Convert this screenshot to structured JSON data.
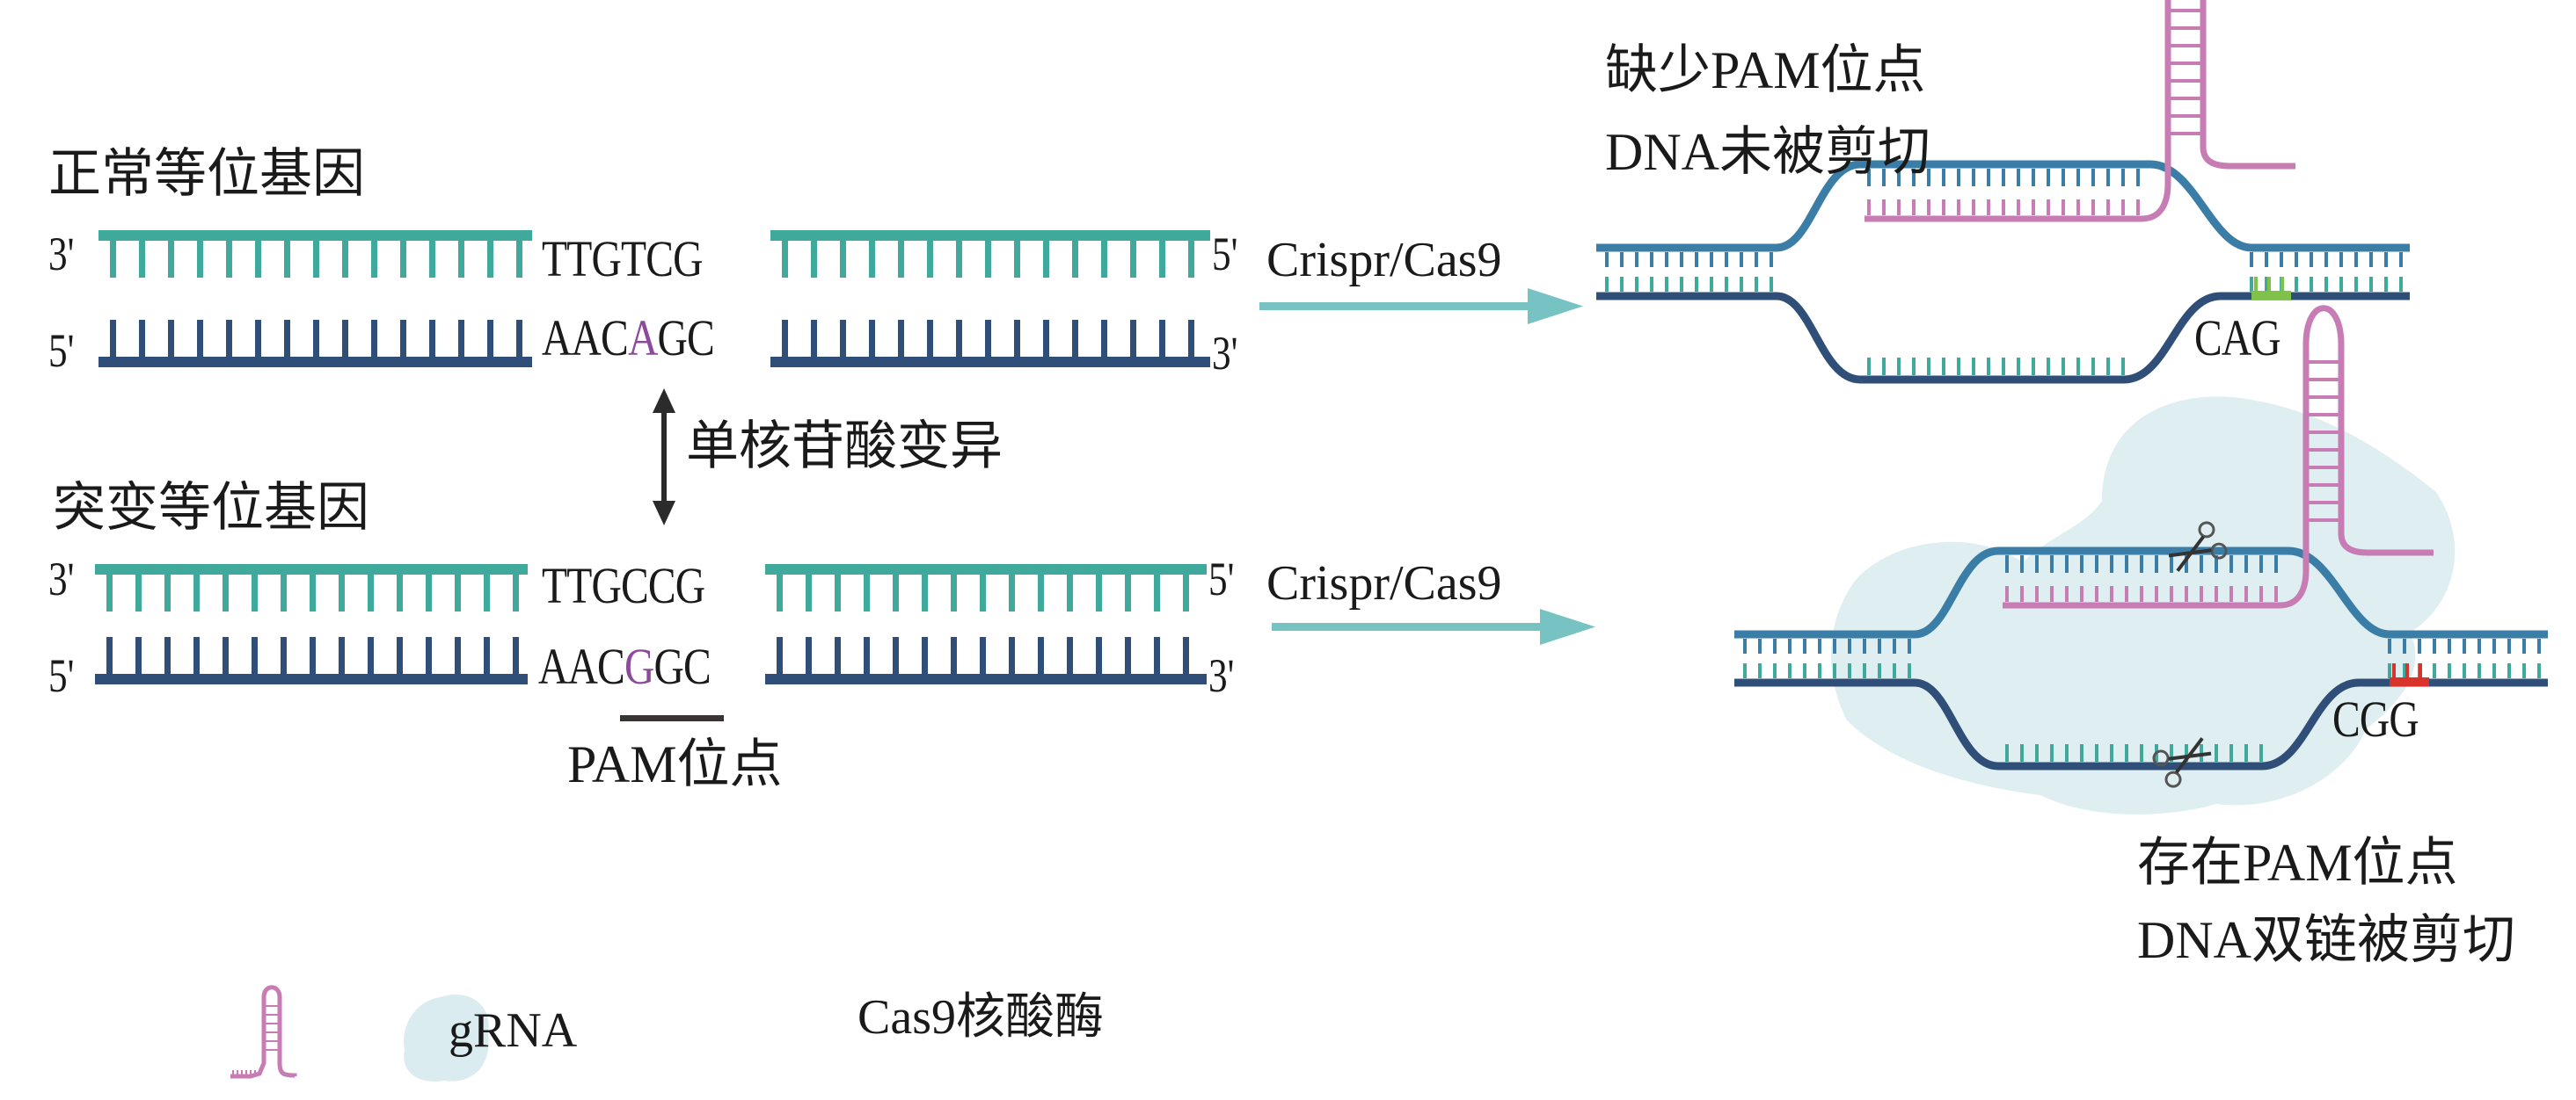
{
  "colors": {
    "teal_strand": "#3fa99b",
    "navy_strand": "#2f4f78",
    "blue_strand": "#3a7ea8",
    "grna_pink": "#c77cb4",
    "arrow_teal": "#77c3c3",
    "cas9_fill": "#dbecf0",
    "pam_green": "#7fc24a",
    "pam_red": "#d9342b",
    "highlight_purple": "#8c4a9a"
  },
  "normal_allele": {
    "title": "正常等位基因",
    "top_strand": {
      "left_end": "3'",
      "right_end": "5'",
      "sequence": "TTGTCG"
    },
    "bottom_strand": {
      "left_end": "5'",
      "right_end": "3'",
      "sequence_before": "AAC",
      "variant_base": "A",
      "sequence_after": "GC"
    }
  },
  "variation_label": "单核苷酸变异",
  "mutant_allele": {
    "title": "突变等位基因",
    "top_strand": {
      "left_end": "3'",
      "right_end": "5'",
      "sequence": "TTGCCG"
    },
    "bottom_strand": {
      "left_end": "5'",
      "right_end": "3'",
      "sequence_before": "AAC",
      "variant_base": "G",
      "sequence_after": "GC"
    },
    "pam_label": "PAM位点"
  },
  "process": {
    "top_arrow_label": "Crispr/Cas9",
    "bottom_arrow_label": "Crispr/Cas9"
  },
  "outcome_no_pam": {
    "line1": "缺少PAM位点",
    "line2": "DNA未被剪切",
    "motif": "CAG"
  },
  "outcome_with_pam": {
    "line1": "存在PAM位点",
    "line2": "DNA双链被剪切",
    "motif": "CGG"
  },
  "legend": {
    "items": [
      {
        "icon": "grna-icon",
        "label": "gRNA"
      },
      {
        "icon": "cas9-blob-icon",
        "label": "Cas9核酸酶"
      }
    ]
  }
}
